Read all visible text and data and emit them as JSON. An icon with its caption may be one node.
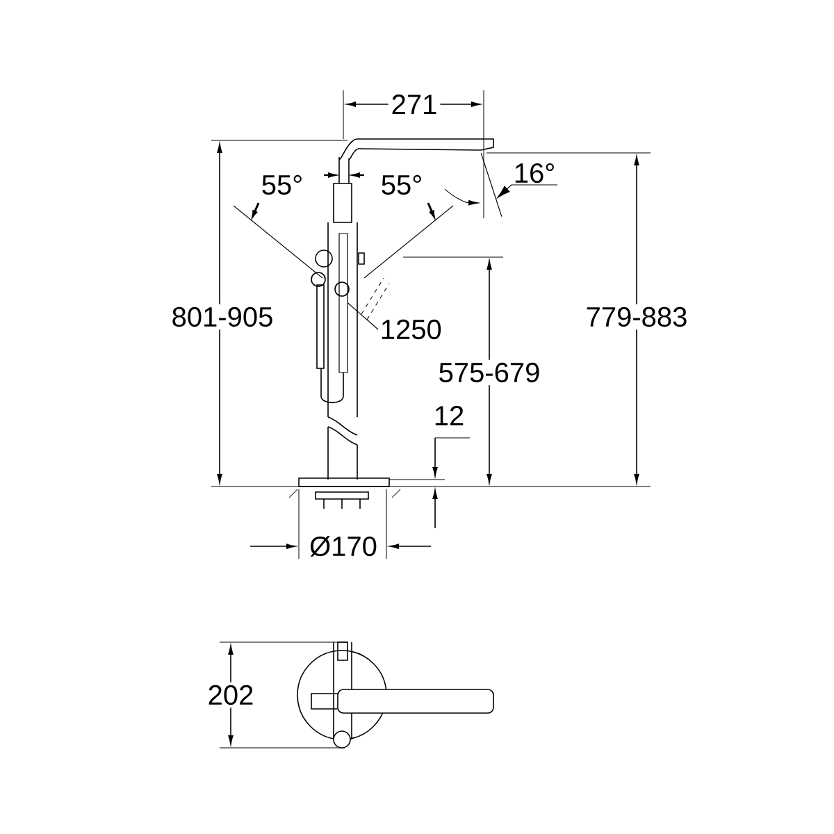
{
  "diagram": {
    "nodes": [
      {
        "text": [
          "1250"
        ]
      },
      {
        "text": [],
        "shape": "box"
      },
      {
        "text": [
          "16°"
        ]
      },
      {
        "text": [],
        "shape": "bar"
      }
    ],
    "edges": [
      {
        "from": 0,
        "to": 1,
        "arrow": "none"
      },
      {
        "from": 2,
        "to": 3,
        "arrow": "to"
      }
    ],
    "labels": [
      "271",
      "55°",
      "55°",
      "801-905",
      "779-883",
      "575-679",
      "12",
      "Ø170",
      "202"
    ]
  }
}
